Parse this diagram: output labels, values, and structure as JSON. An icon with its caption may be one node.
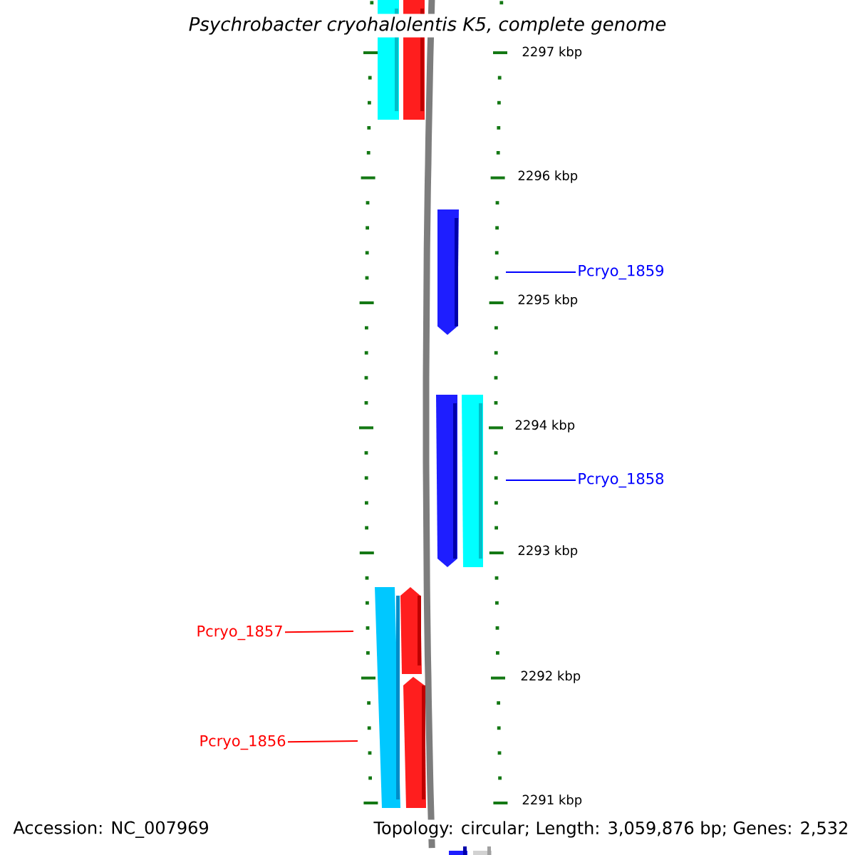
{
  "diagram": {
    "title": "Psychrobacter cryohalolentis K5, complete genome",
    "nodes": [
      {
        "text": [
          "Pcryo_1859"
        ]
      },
      {
        "text": [
          "Pcryo_1858"
        ]
      },
      {
        "text": [
          "Pcryo_1857"
        ]
      },
      {
        "text": [
          "Pcryo_1856"
        ]
      }
    ],
    "edges": [
      {
        "from": 0,
        "to": null,
        "arrow": "none",
        "color": "#0000ff"
      },
      {
        "from": 1,
        "to": null,
        "arrow": "none",
        "color": "#0000ff"
      },
      {
        "from": 2,
        "to": null,
        "arrow": "none",
        "color": "#ff0000"
      },
      {
        "from": 3,
        "to": null,
        "arrow": "none",
        "color": "#ff0000"
      }
    ],
    "labels": [
      "2297 kbp",
      "2296 kbp",
      "2295 kbp",
      "2294 kbp",
      "2293 kbp",
      "2292 kbp",
      "2291 kbp",
      "Accession: NC_007969",
      "Topology: circular; Length: 3,059,876 bp; Genes: 2,532"
    ]
  }
}
